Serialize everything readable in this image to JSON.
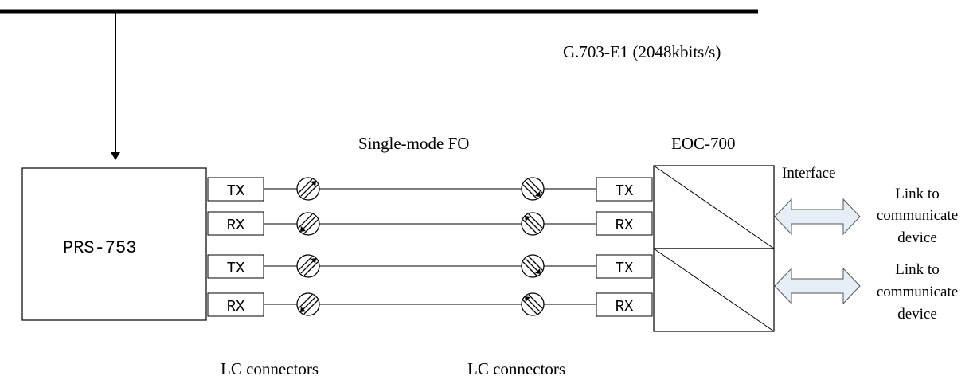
{
  "bus": {
    "label": "G.703-E1 (2048kbits/s)"
  },
  "labels": {
    "fiber": "Single-mode FO",
    "lc_left": "LC connectors",
    "lc_right": "LC connectors",
    "interface": "Interface"
  },
  "prs": {
    "name": "PRS-753",
    "ports": [
      "TX",
      "RX",
      "TX",
      "RX"
    ]
  },
  "eoc": {
    "name": "EOC-700",
    "ports": [
      "TX",
      "RX",
      "TX",
      "RX"
    ]
  },
  "links": [
    {
      "lines": [
        "Link to",
        "communicate",
        "device"
      ]
    },
    {
      "lines": [
        "Link to",
        "communicate",
        "device"
      ]
    }
  ],
  "colors": {
    "line": "#000000",
    "arrow_fill": "#e6eef8",
    "arrow_stroke": "#555555"
  }
}
